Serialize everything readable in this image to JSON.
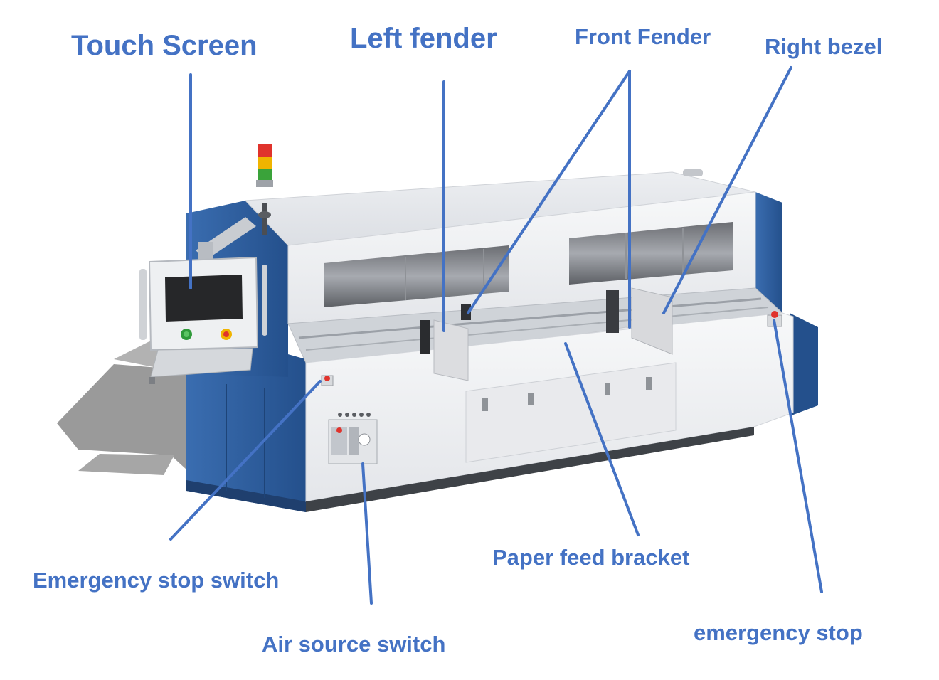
{
  "labels": {
    "touch_screen": "Touch Screen",
    "left_fender": "Left fender",
    "front_fender": "Front Fender",
    "right_bezel": "Right bezel",
    "emergency_stop_switch": "Emergency stop switch",
    "paper_feed_bracket": "Paper feed bracket",
    "air_source_switch": "Air source switch",
    "emergency_stop": "emergency stop"
  },
  "colors": {
    "label": "#4472c4",
    "leader_line": "#4472c4",
    "machine_blue": "#2f5f9e",
    "machine_white": "#f1f2f4",
    "signal_red": "#e0332c",
    "signal_yellow": "#f0b400",
    "signal_green": "#3aa33a"
  }
}
